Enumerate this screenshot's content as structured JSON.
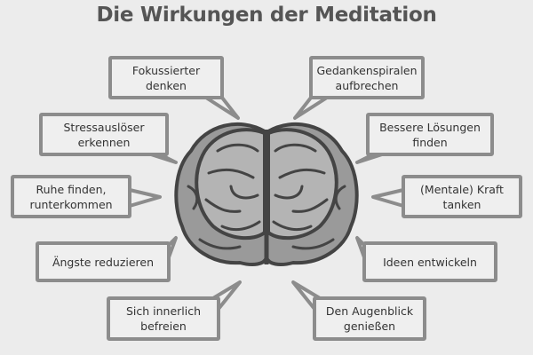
{
  "title": "Die Wirkungen der Meditation",
  "effects_left": [
    "Fokussierter\ndenken",
    "Stressauslöser\nerkennen",
    "Ruhe finden,\nrunterkommen",
    "Ängste reduzieren",
    "Sich innerlich\nbefreien"
  ],
  "effects_right": [
    "Gedankenspiralen\naufbrechen",
    "Bessere Lösungen\nfinden",
    "(Mentale) Kraft\ntanken",
    "Ideen entwickeln",
    "Den Augenblick\ngenießen"
  ],
  "center_icon": "brain-icon"
}
